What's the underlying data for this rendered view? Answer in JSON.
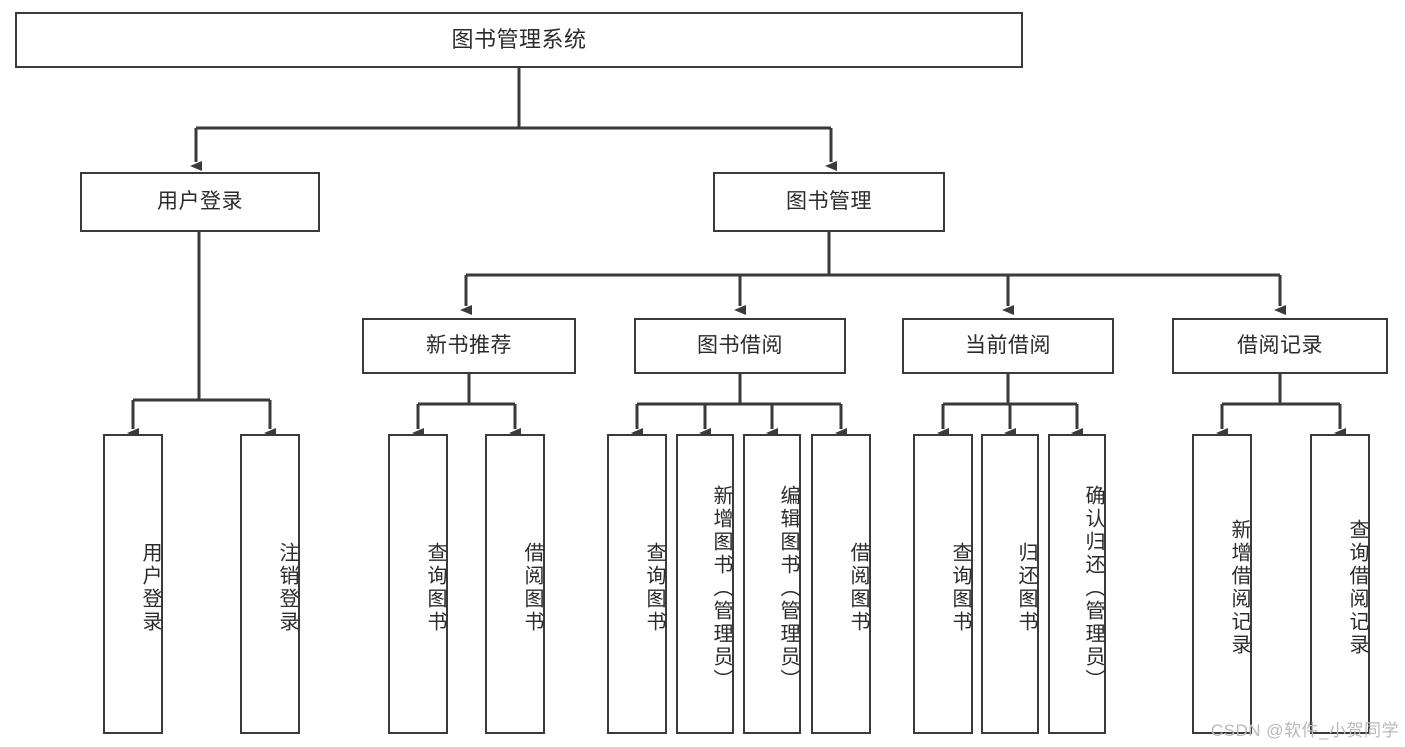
{
  "diagram": {
    "title": "图书管理系统",
    "watermark": "CSDN @软件_小贺同学",
    "colors": {
      "box_border": "#3a3a3a",
      "box_fill": "#ffffff",
      "text": "#2b2b2b",
      "edge": "#3a3a3a",
      "watermark": "#b9b9b9",
      "background": "#ffffff"
    },
    "nodes": {
      "root": {
        "label": "图书管理系统"
      },
      "level2": [
        {
          "label": "用户登录"
        },
        {
          "label": "图书管理"
        }
      ],
      "level3": [
        {
          "label": "新书推荐"
        },
        {
          "label": "图书借阅"
        },
        {
          "label": "当前借阅"
        },
        {
          "label": "借阅记录"
        }
      ],
      "leaves_user_login": [
        {
          "label": "用户登录"
        },
        {
          "label": "注销登录"
        }
      ],
      "leaves_new_book": [
        {
          "label": "查询图书"
        },
        {
          "label": "借阅图书"
        }
      ],
      "leaves_borrow": [
        {
          "label": "查询图书"
        },
        {
          "label": "新增图书（管理员）"
        },
        {
          "label": "编辑图书（管理员）"
        },
        {
          "label": "借阅图书"
        }
      ],
      "leaves_current": [
        {
          "label": "查询图书"
        },
        {
          "label": "归还图书"
        },
        {
          "label": "确认归还（管理员）"
        }
      ],
      "leaves_records": [
        {
          "label": "新增借阅记录"
        },
        {
          "label": "查询借阅记录"
        }
      ]
    }
  }
}
